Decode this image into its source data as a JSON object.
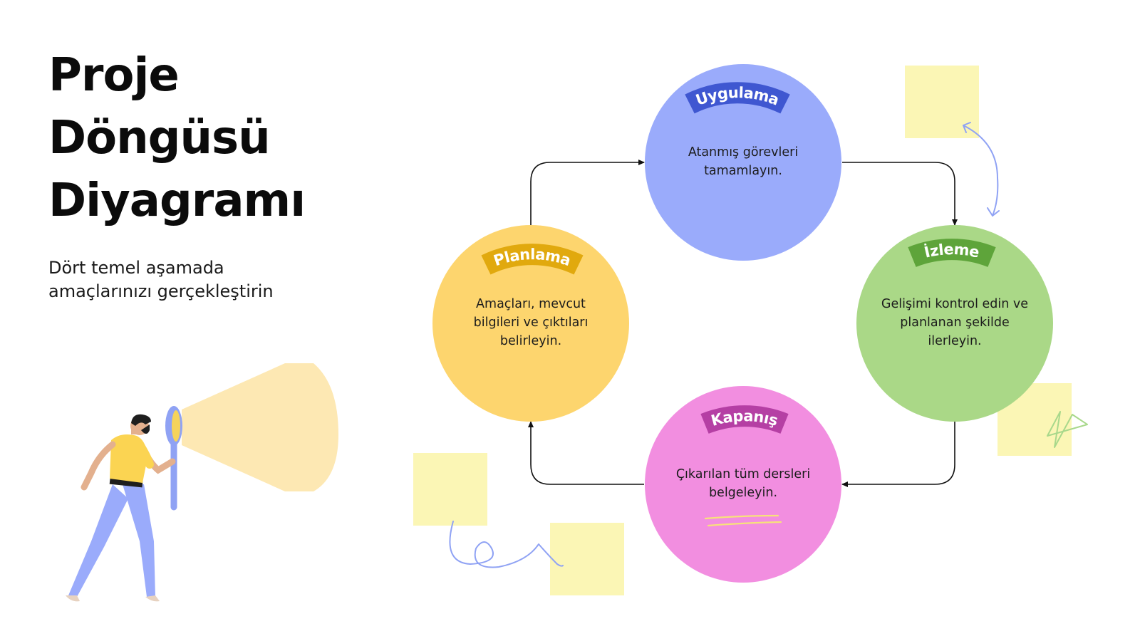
{
  "title_lines": [
    "Proje",
    "Döngüsü",
    "Diyagramı"
  ],
  "subtitle_lines": [
    "Dört temel aşamada",
    "amaçlarınızı gerçekleştirin"
  ],
  "stages": {
    "uygulama": {
      "label": "Uygulama",
      "lines": [
        "Atanmış görevleri",
        "tamamlayın."
      ],
      "color": "#9aabfb",
      "ribbon_color": "#3f57d1"
    },
    "izleme": {
      "label": "İzleme",
      "lines": [
        "Gelişimi kontrol edin ve",
        "planlanan şekilde",
        "ilerleyin."
      ],
      "color": "#aad887",
      "ribbon_color": "#5ea43a"
    },
    "kapanis": {
      "label": "Kapanış",
      "lines": [
        "Çıkarılan tüm dersleri",
        "belgeleyin."
      ],
      "color": "#f28ee0",
      "ribbon_color": "#b53fa4"
    },
    "planlama": {
      "label": "Planlama",
      "lines": [
        "Amaçları, mevcut",
        "bilgileri ve çıktıları",
        "belirleyin."
      ],
      "color": "#fdd56e",
      "ribbon_color": "#e1a90e"
    }
  },
  "colors": {
    "sticky_note": "#fbf6b5",
    "doodle": "#8fa2f4",
    "star": "#a8d88b",
    "underline": "#f7e27a",
    "flashlight_beam": "#fde8b3"
  }
}
